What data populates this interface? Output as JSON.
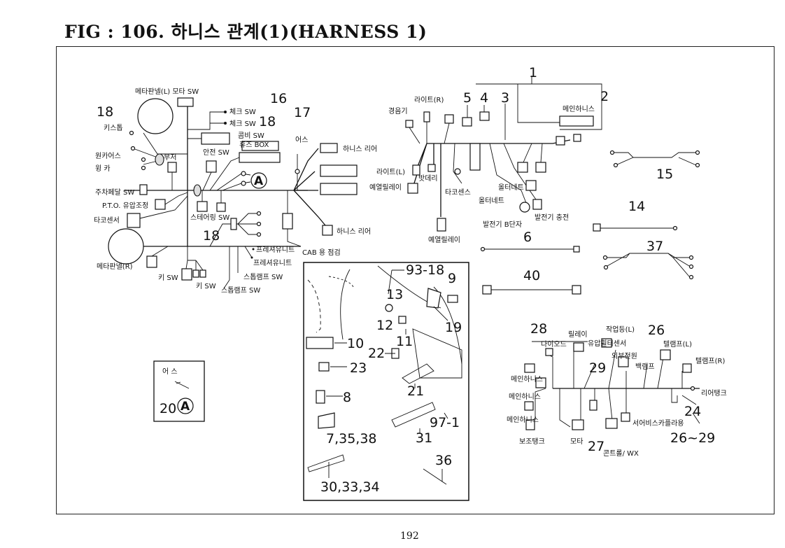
{
  "title": "FIG : 106. 하니스 관계(1)(HARNESS 1)",
  "page_number": "192",
  "parts": {
    "p1": "1",
    "p2": "2",
    "p3": "3",
    "p4": "4",
    "p5": "5",
    "p6": "6",
    "p14": "14",
    "p15": "15",
    "p16": "16",
    "p17": "17",
    "p18a": "18",
    "p18b": "18",
    "p18c": "18",
    "p37": "37",
    "p40": "40",
    "p93_18": "93-18",
    "p9": "9",
    "p13": "13",
    "p12": "12",
    "p19": "19",
    "p11": "11",
    "p10": "10",
    "p22": "22",
    "p23": "23",
    "p21": "21",
    "p8": "8",
    "p7_35_38": "7,35,38",
    "p31": "31",
    "p97_1": "97-1",
    "p36": "36",
    "p30_33_34": "30,33,34",
    "p20": "20",
    "p28": "28",
    "p26": "26",
    "p29": "29",
    "p24": "24",
    "p27": "27",
    "p26_29": "26~29"
  },
  "labels": {
    "meter_panel_l_motor_sw": "메타판넬(L) 모타 SW",
    "check_sw_1": "체크 SW",
    "check_sw_2": "체크 SW",
    "combi_sw": "콤비 SW",
    "fuse_box": "휴즈 BOX",
    "safety_sw": "안전 SW",
    "key_stop": "키스톱",
    "washer": "원카어스",
    "winker": "윙 카",
    "buzzer": "부저",
    "parking_pedal_sw": "주차페달 SW",
    "pto_oil_control": "P.T.O. 유압조정",
    "tacho_sensor_left": "타코센서",
    "steering_sw": "스테어링 SW",
    "meter_panel_r": "메타판넬(R)",
    "key_sw_1": "키 SW",
    "key_sw_2": "키 SW",
    "stop_lamp_sw_1": "스톱램프 SW",
    "stop_lamp_sw_2": "스톱램프 SW",
    "pressure_unit_1": "프레셔유니트",
    "pressure_unit_2": "프레셔유니트",
    "cab_earth_check": "CAB 용 점검",
    "earth_top": "어스",
    "harness_rear_1": "하니스 리어",
    "harness_rear_2": "하니스 리어",
    "light_r": "라이트(R)",
    "horn": "경음기",
    "main_harness_top": "메인하니스",
    "light_l": "라이트(L)",
    "battery": "밧데리",
    "preheat_relay_1": "예열릴레이",
    "preheat_relay_2": "예열릴레이",
    "tacho_sensor_mid": "타코센스",
    "alternator_1": "올터네트",
    "alternator_2": "올터네트",
    "generator_b_terminal": "발전기 B단자",
    "generator_charge": "발전기 충전",
    "earth_box": "어 스",
    "work_light_l": "작업등(L)",
    "relay": "릴레이",
    "diode": "다이오드",
    "oil_temp_sensor": "유압휠터센서",
    "external_power": "외부전원",
    "back_lamp": "백램프",
    "tail_lamp_l": "텔램프(L)",
    "tail_lamp_r": "텔램프(R)",
    "main_harness_1": "메인하니스",
    "main_harness_2": "메인하니스",
    "main_harness_3": "메인하니스",
    "rear_tank": "리어탱크",
    "service_coupler": "서어비스카플라용",
    "aux_tank": "보조탱크",
    "motor": "모타",
    "controller_wx": "콘트롤/ WX"
  }
}
